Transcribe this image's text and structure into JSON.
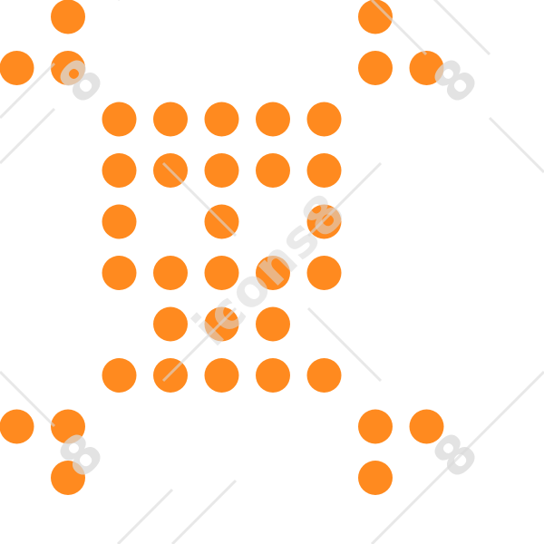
{
  "icon": {
    "name": "pixel-skull-crossbones-icon",
    "dot_color": "#FF8A1F",
    "dot_radius_units": 0.33,
    "dots": [
      [
        1,
        0
      ],
      [
        5,
        0
      ],
      [
        0,
        1
      ],
      [
        1,
        1
      ],
      [
        5,
        1
      ],
      [
        6,
        1
      ],
      [
        2,
        2
      ],
      [
        4,
        2
      ],
      [
        2,
        4
      ],
      [
        4,
        4
      ],
      [
        0,
        5
      ],
      [
        1,
        5
      ],
      [
        5,
        5
      ],
      [
        6,
        5
      ],
      [
        1,
        6
      ],
      [
        5,
        6
      ]
    ],
    "skull": [
      [
        3,
        2
      ],
      [
        4,
        2
      ],
      [
        5,
        2
      ],
      [
        2,
        3
      ],
      [
        3,
        3
      ],
      [
        4,
        3
      ],
      [
        5,
        3
      ],
      [
        6,
        3
      ],
      [
        2,
        4
      ],
      [
        4,
        4
      ],
      [
        6,
        4
      ],
      [
        2,
        5
      ],
      [
        3,
        5
      ],
      [
        4,
        5
      ],
      [
        5,
        5
      ],
      [
        6,
        5
      ],
      [
        3,
        6
      ],
      [
        4,
        6
      ],
      [
        5,
        6
      ],
      [
        3,
        7
      ],
      [
        4,
        7
      ],
      [
        5,
        7
      ]
    ],
    "crossbones": [
      [
        1,
        0
      ],
      [
        7,
        0
      ],
      [
        0,
        1
      ],
      [
        1,
        1
      ],
      [
        7,
        1
      ],
      [
        8,
        1
      ],
      [
        2,
        2
      ],
      [
        6,
        2
      ],
      [
        2,
        7
      ],
      [
        6,
        7
      ],
      [
        0,
        8
      ],
      [
        1,
        8
      ],
      [
        7,
        8
      ],
      [
        8,
        8
      ],
      [
        1,
        9
      ],
      [
        7,
        9
      ]
    ]
  },
  "watermark": {
    "text": "icons8",
    "logo_glyph": "8",
    "color": "#D9D9D9"
  }
}
